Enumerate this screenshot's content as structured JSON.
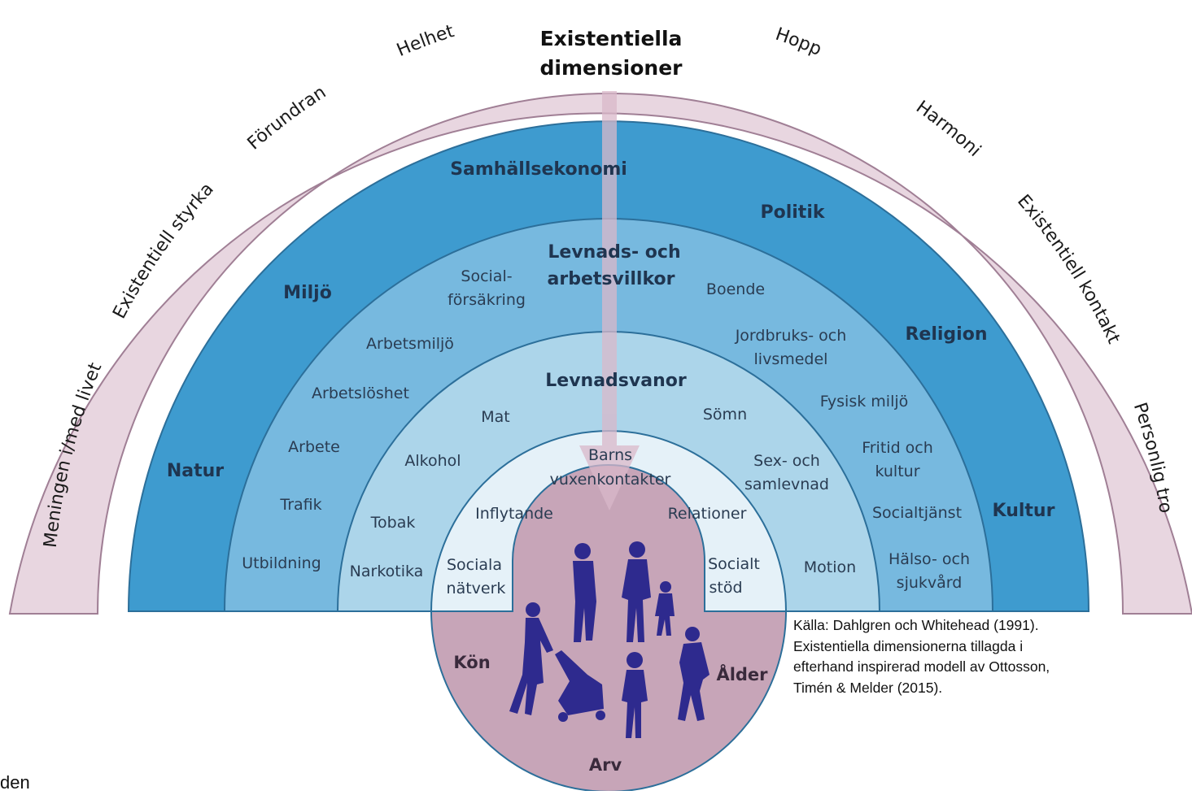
{
  "outer_ring": {
    "title_line1": "Existentiella",
    "title_line2": "dimensioner",
    "items": [
      "Meningen i/med livet",
      "Existentiell styrka",
      "Förundran",
      "Helhet",
      "Hopp",
      "Harmoni",
      "Existentiell kontakt",
      "Personlig tro"
    ]
  },
  "layer_societal": {
    "items": [
      "Samhällsekonomi",
      "Politik",
      "Miljö",
      "Religion",
      "Natur",
      "Kultur"
    ]
  },
  "layer_living": {
    "title_line1": "Levnads- och",
    "title_line2": "arbetsvillkor",
    "social_line1": "Social-",
    "social_line2": "försäkring",
    "items": [
      "Boende",
      "Arbetsmiljö",
      "Arbetslöshet",
      "Fysisk miljö",
      "Arbete",
      "Trafik",
      "Socialtjänst",
      "Utbildning"
    ],
    "agri_line1": "Jordbruks- och",
    "agri_line2": "livsmedel",
    "leisure_line1": "Fritid och",
    "leisure_line2": "kultur",
    "health_line1": "Hälso- och",
    "health_line2": "sjukvård"
  },
  "layer_habits": {
    "title": "Levnadsvanor",
    "items": [
      "Mat",
      "Sömn",
      "Alkohol",
      "Tobak",
      "Narkotika",
      "Motion"
    ],
    "sex_line1": "Sex- och",
    "sex_line2": "samlevnad"
  },
  "layer_social": {
    "children_line1": "Barns",
    "children_line2": "vuxenkontakter",
    "items": [
      "Inflytande",
      "Relationer"
    ],
    "networks_line1": "Sociala",
    "networks_line2": "nätverk",
    "support_line1": "Socialt",
    "support_line2": "stöd"
  },
  "core": {
    "items": [
      "Kön",
      "Ålder",
      "Arv"
    ]
  },
  "source_note": {
    "lines": [
      "Källa: Dahlgren och Whitehead (1991).",
      "Existentiella dimensionerna tillagda i",
      "efterhand inspirerad modell av Ottosson,",
      "Timén & Melder (2015)."
    ]
  },
  "clipped_text": "den",
  "colors": {
    "outer_ring": "#e8d6e0",
    "outer_ring_stroke": "#a07f95",
    "societal": "#3e9bcf",
    "living": "#77b9df",
    "habits": "#acd5ea",
    "social": "#e5f1f8",
    "core": "#c7a5b8",
    "figures": "#2e2a8e",
    "arrow": "#d9b8ca"
  }
}
